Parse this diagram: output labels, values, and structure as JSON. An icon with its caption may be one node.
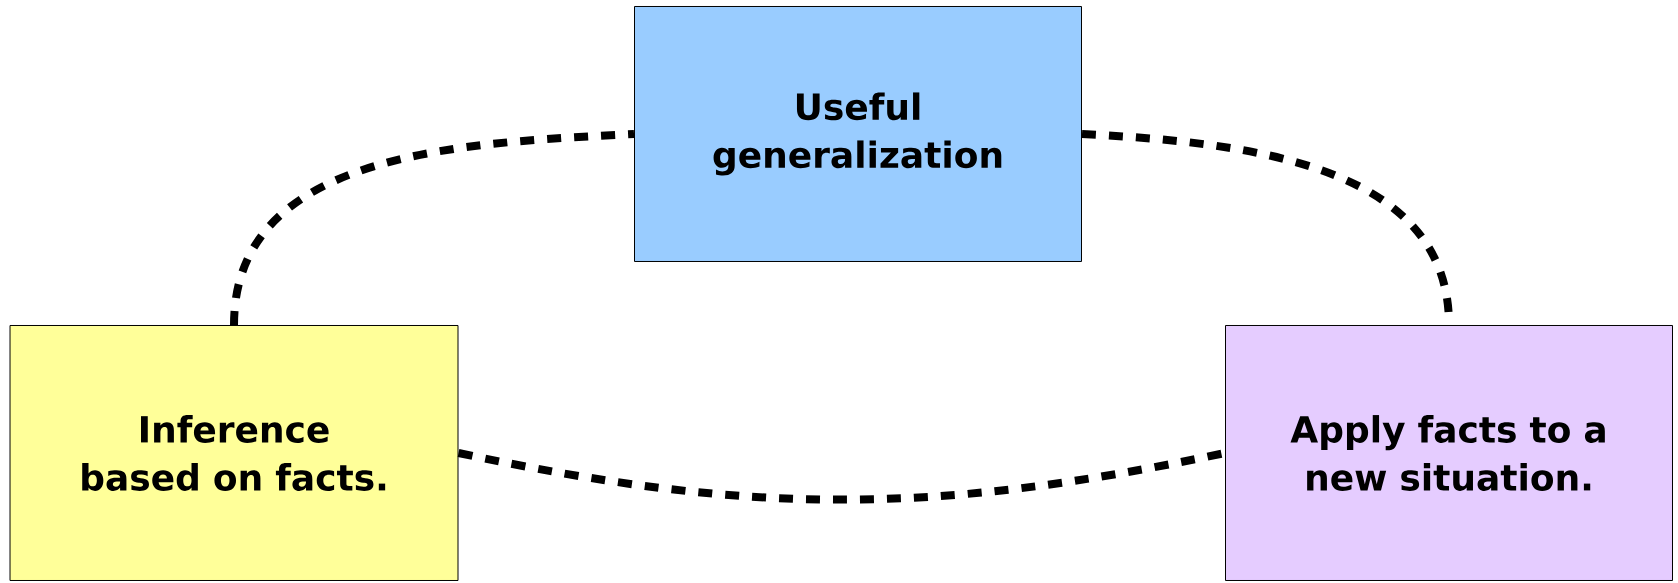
{
  "diagram": {
    "nodes": [
      {
        "text": [
          "Useful generalization"
        ]
      },
      {
        "text": [
          "Inference based on facts."
        ]
      },
      {
        "text": [
          "Apply facts to a new situation."
        ]
      }
    ],
    "edges": [
      {
        "from": 1,
        "to": 0,
        "arrow": "none",
        "style": "dashed"
      },
      {
        "from": 0,
        "to": 2,
        "arrow": "none",
        "style": "dashed"
      },
      {
        "from": 1,
        "to": 2,
        "arrow": "none",
        "style": "dashed"
      }
    ]
  }
}
